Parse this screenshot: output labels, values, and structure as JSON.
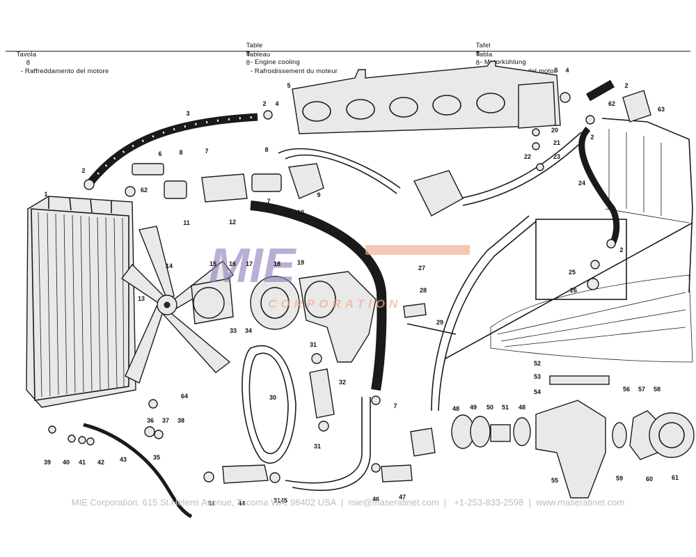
{
  "header": {
    "it_label": "Tavola",
    "it_num": "8",
    "it_title": "- Raffreddamento del motore",
    "en_label": "Table",
    "en_num": "8",
    "en_title": "- Engine cooling",
    "fr_label": "Tableau",
    "fr_num": "8",
    "fr_title": "- Rafroidissement du moteur",
    "de_label": "Tafel",
    "de_num": "8",
    "de_title": "- Motorkühlung",
    "es_label": "Tabla",
    "es_num": "8",
    "es_title": "- Refrigeración del motor"
  },
  "watermark": {
    "logo": "MIE",
    "subtitle": "CORPORATION",
    "color": "#8e78b6",
    "accent": "#f4a98c"
  },
  "callouts": [
    "1",
    "2",
    "3",
    "4",
    "5",
    "6",
    "7",
    "8",
    "9",
    "10",
    "11",
    "12",
    "13",
    "14",
    "15",
    "16",
    "17",
    "18",
    "19",
    "20",
    "21",
    "22",
    "23",
    "24",
    "25",
    "26",
    "27",
    "28",
    "29",
    "30",
    "31",
    "32",
    "33",
    "34",
    "35",
    "36",
    "37",
    "38",
    "39",
    "40",
    "41",
    "42",
    "43",
    "44",
    "45",
    "46",
    "47",
    "48",
    "49",
    "50",
    "51",
    "52",
    "53",
    "54",
    "55",
    "56",
    "57",
    "58",
    "59",
    "60",
    "61",
    "62",
    "63",
    "64"
  ],
  "footer": "MIE Corporation. 615 St.Helens Avenue, Tacoma WA, 98402 USA  |  mie@maseratinet.com  |   +1-253-833-2598  |  www.maseratinet.com"
}
